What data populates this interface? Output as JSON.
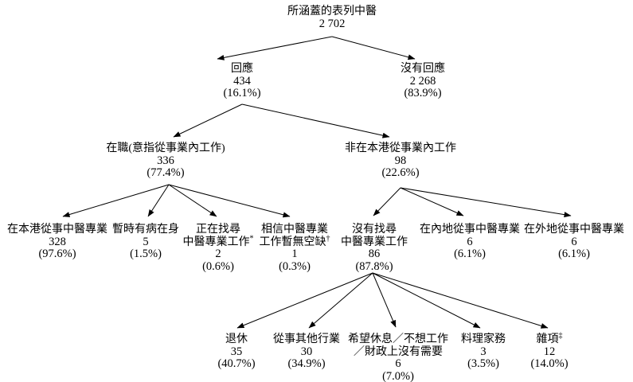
{
  "figure": {
    "kind": "statistical tree flowchart",
    "background_color": "#ffffff",
    "text_color": "#000000",
    "line_color": "#000000"
  },
  "nodes": {
    "root": {
      "label1": "所涵蓋的表列中醫",
      "value": "2 702"
    },
    "respond": {
      "label1": "回應",
      "value": "434",
      "pct": "(16.1%)"
    },
    "no_respond": {
      "label1": "沒有回應",
      "value": "2 268",
      "pct": "(83.9%)"
    },
    "employed": {
      "label1": "在職(意指從事業內工作)",
      "value": "336",
      "pct": "(77.4%)"
    },
    "not_in_hk": {
      "label1": "非在本港從事業內工作",
      "value": "98",
      "pct": "(22.6%)"
    },
    "hk_practice": {
      "label1": "在本港從事中醫專業",
      "value": "328",
      "pct": "(97.6%)"
    },
    "sick": {
      "label1": "暫時有病在身",
      "value": "5",
      "pct": "(1.5%)"
    },
    "seeking": {
      "label1": "正在找尋",
      "label2": "中醫專業工作",
      "sup": "*",
      "value": "2",
      "pct": "(0.6%)"
    },
    "no_vacancy": {
      "label1": "相信中醫專業",
      "label2": "工作暫無空缺",
      "sup": "†",
      "value": "1",
      "pct": "(0.3%)"
    },
    "not_seeking": {
      "label1": "沒有找尋",
      "label2": "中醫專業工作",
      "value": "86",
      "pct": "(87.8%)"
    },
    "mainland": {
      "label1": "在內地從事中醫專業",
      "value": "6",
      "pct": "(6.1%)"
    },
    "overseas": {
      "label1": "在外地從事中醫專業",
      "value": "6",
      "pct": "(6.1%)"
    },
    "retired": {
      "label1": "退休",
      "value": "35",
      "pct": "(40.7%)"
    },
    "other_industry": {
      "label1": "從事其他行業",
      "value": "30",
      "pct": "(34.9%)"
    },
    "rest": {
      "label1": "希望休息／不想工作",
      "label2": "／財政上沒有需要",
      "value": "6",
      "pct": "(7.0%)"
    },
    "housework": {
      "label1": "料理家務",
      "value": "3",
      "pct": "(3.5%)"
    },
    "misc": {
      "label1": "雜項",
      "sup": "‡",
      "value": "12",
      "pct": "(14.0%)"
    }
  },
  "edges": [
    {
      "from": "root",
      "to": "respond"
    },
    {
      "from": "root",
      "to": "no_respond"
    },
    {
      "from": "respond",
      "to": "employed"
    },
    {
      "from": "respond",
      "to": "not_in_hk"
    },
    {
      "from": "employed",
      "to": "hk_practice"
    },
    {
      "from": "employed",
      "to": "sick"
    },
    {
      "from": "employed",
      "to": "seeking"
    },
    {
      "from": "employed",
      "to": "no_vacancy"
    },
    {
      "from": "not_in_hk",
      "to": "not_seeking"
    },
    {
      "from": "not_in_hk",
      "to": "mainland"
    },
    {
      "from": "not_in_hk",
      "to": "overseas"
    },
    {
      "from": "not_seeking",
      "to": "retired"
    },
    {
      "from": "not_seeking",
      "to": "other_industry"
    },
    {
      "from": "not_seeking",
      "to": "rest"
    },
    {
      "from": "not_seeking",
      "to": "housework"
    },
    {
      "from": "not_seeking",
      "to": "misc"
    }
  ]
}
